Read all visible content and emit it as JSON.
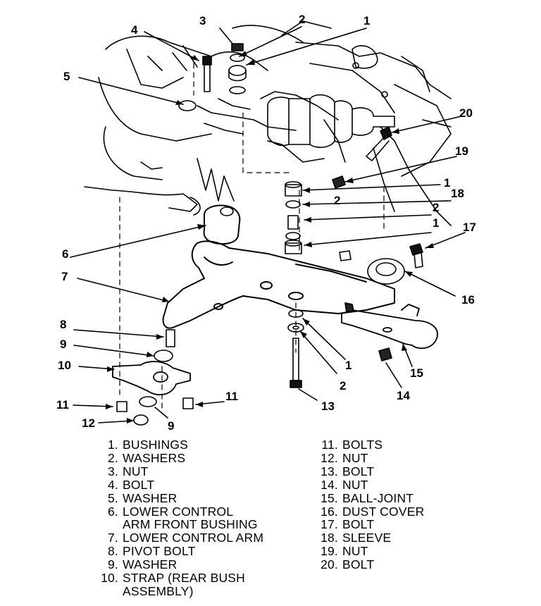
{
  "callouts": {
    "c1a": "1",
    "c2a": "2",
    "c3": "3",
    "c4": "4",
    "c5": "5",
    "c20": "20",
    "c19": "19",
    "c1b": "1",
    "c18": "18",
    "c2b": "2",
    "c2c": "2",
    "c1c": "1",
    "c17": "17",
    "c6": "6",
    "c7": "7",
    "c16": "16",
    "c8": "8",
    "c9a": "9",
    "c10": "10",
    "c1d": "1",
    "c2d": "2",
    "c15": "15",
    "c11a": "11",
    "c11b": "11",
    "c12": "12",
    "c9b": "9",
    "c13": "13",
    "c14": "14"
  },
  "legend_left": [
    {
      "num": "1.",
      "text": "BUSHINGS"
    },
    {
      "num": "2.",
      "text": "WASHERS"
    },
    {
      "num": "3.",
      "text": "NUT"
    },
    {
      "num": "4.",
      "text": "BOLT"
    },
    {
      "num": "5.",
      "text": "WASHER"
    },
    {
      "num": "6.",
      "text": "LOWER CONTROL\nARM FRONT BUSHING"
    },
    {
      "num": "7.",
      "text": "LOWER CONTROL ARM"
    },
    {
      "num": "8.",
      "text": "PIVOT BOLT"
    },
    {
      "num": "9.",
      "text": "WASHER"
    },
    {
      "num": "10.",
      "text": "STRAP (REAR BUSH\nASSEMBLY)"
    }
  ],
  "legend_right": [
    {
      "num": "11.",
      "text": "BOLTS"
    },
    {
      "num": "12.",
      "text": "NUT"
    },
    {
      "num": "13.",
      "text": "BOLT"
    },
    {
      "num": "14.",
      "text": "NUT"
    },
    {
      "num": "15.",
      "text": "BALL-JOINT"
    },
    {
      "num": "16.",
      "text": "DUST COVER"
    },
    {
      "num": "17.",
      "text": "BOLT"
    },
    {
      "num": "18.",
      "text": "SLEEVE"
    },
    {
      "num": "19.",
      "text": "NUT"
    },
    {
      "num": "20.",
      "text": "BOLT"
    }
  ]
}
